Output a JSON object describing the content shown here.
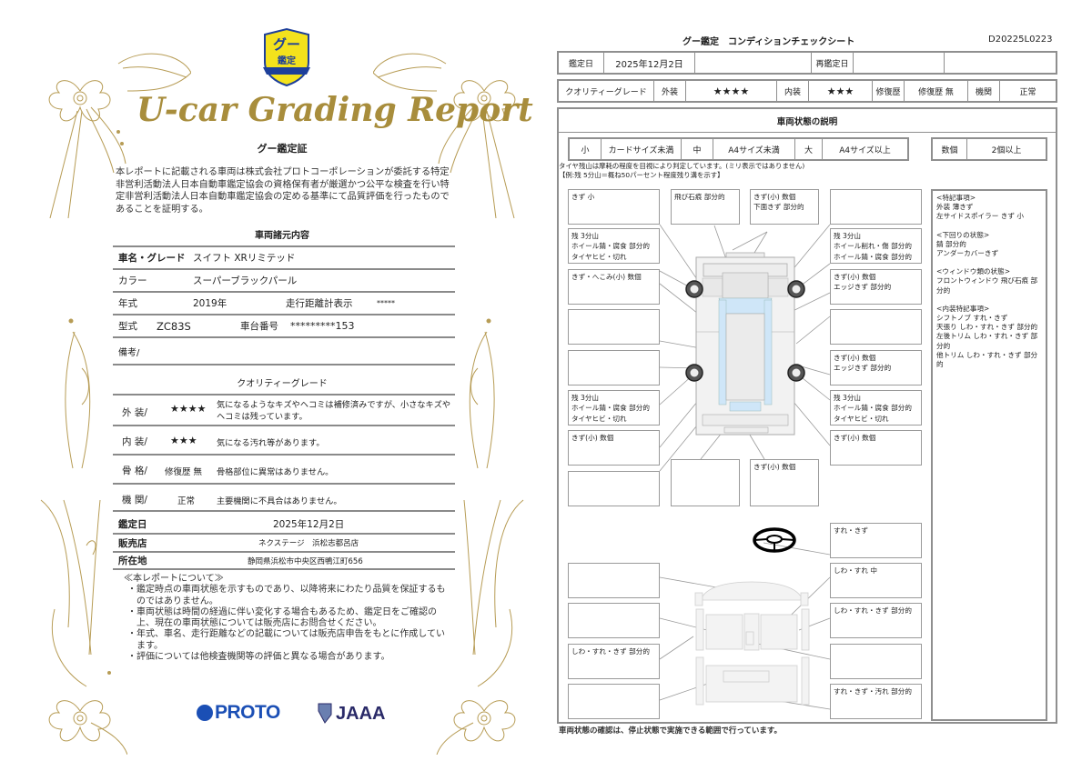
{
  "certificate": {
    "badge": {
      "top_text": "グー",
      "bottom_text": "鑑定"
    },
    "script_title": "U-car Grading Report",
    "heading": "グー鑑定証",
    "intro": "本レポートに記載される車両は株式会社プロトコーポレーションが委託する特定非営利活動法人日本自動車鑑定協会の資格保有者が厳選かつ公平な検査を行い特定非営利活動法人日本自動車鑑定協会の定める基準にて品質評価を行ったものであることを証明する。",
    "spec_heading": "車両諸元内容",
    "specs": {
      "name_label": "車名・グレード",
      "name_value": "スイフト XRリミテッド",
      "color_label": "カラー",
      "color_value": "スーパーブラックパール",
      "year_label": "年式",
      "year_value": "2019年",
      "mileage_label": "走行距離計表示",
      "mileage_value": "*****",
      "model_label": "型式",
      "model_value": "ZC83S",
      "chassis_label": "車台番号",
      "chassis_value": "*********153",
      "remarks_label": "備考/"
    },
    "quality_heading": "クオリティーグレード",
    "grades": [
      {
        "label": "外 装/",
        "value": "★★★★",
        "desc": "気になるようなキズやヘコミは補修済みですが、小さなキズやヘコミは残っています。"
      },
      {
        "label": "内 装/",
        "value": "★★★",
        "desc": "気になる汚れ等があります。"
      },
      {
        "label": "骨 格/",
        "value": "修復歴 無",
        "desc": "骨格部位に異常はありません。"
      },
      {
        "label": "機 関/",
        "value": "正常",
        "desc": "主要機関に不具合はありません。"
      }
    ],
    "info": {
      "date_label": "鑑定日",
      "date_value": "2025年12月2日",
      "shop_label": "販売店",
      "shop_value": "ネクステージ　浜松志都呂店",
      "address_label": "所在地",
      "address_value": "静岡県浜松市中央区西鴨江町656"
    },
    "notes": {
      "heading": "≪本レポートについて≫",
      "items": [
        "・鑑定時点の車両状態を示すものであり、以降将来にわたり品質を保証するものではありません。",
        "・車両状態は時間の経過に伴い変化する場合もあるため、鑑定日をご確認の上、現在の車両状態については販売店にお問合せください。",
        "・年式、車名、走行距離などの記載については販売店申告をもとに作成しています。",
        "・評価については他検査機関等の評価と異なる場合があります。"
      ]
    },
    "logos": {
      "proto": "PROTO",
      "jaaa": "JAAA"
    },
    "colors": {
      "gold": "#a88d3c",
      "badge_yellow": "#f4e21c",
      "badge_blue": "#1d3f9a",
      "proto_blue": "#1b4fb5",
      "jaaa_navy": "#2a2a68"
    }
  },
  "sheet": {
    "title": "グー鑑定　コンディションチェックシート",
    "id": "D20225L0223",
    "date_row": {
      "date_label": "鑑定日",
      "date_value": "2025年12月2日",
      "blank1": "",
      "redate_label": "再鑑定日",
      "redate_value": "",
      "blank2": ""
    },
    "grade_row": {
      "label": "クオリティーグレード",
      "exterior_label": "外装",
      "exterior_value": "★★★★",
      "interior_label": "内装",
      "interior_value": "★★★",
      "repair_label": "修復歴",
      "repair_value": "修復歴 無",
      "engine_label": "機関",
      "engine_value": "正常"
    },
    "section_title": "車両状態の説明",
    "size_legend": [
      {
        "key": "小",
        "value": "カードサイズ未満"
      },
      {
        "key": "中",
        "value": "A4サイズ未満"
      },
      {
        "key": "大",
        "value": "A4サイズ以上"
      }
    ],
    "count_legend": {
      "key": "数個",
      "value": "2個以上"
    },
    "tire_note_1": "タイヤ残山は摩耗の程度を目視により判定しています。(ミリ表示ではありません)",
    "tire_note_2": "【例:残 5分山＝概ね50パーセント程度残り溝を示す】",
    "exterior_boxes": {
      "left_1": [
        "きず 小"
      ],
      "front_center": [
        "飛び石痕 部分的"
      ],
      "front_right": [
        "きず(小) 数個",
        "下面きず 部分的"
      ],
      "right_1": [],
      "left_2": [
        "残 3分山",
        "ホイール錆・腐食 部分的",
        "タイヤヒビ・切れ"
      ],
      "right_2": [
        "残 3分山",
        "ホイール削れ・傷 部分的",
        "ホイール錆・腐食 部分的"
      ],
      "left_3": [
        "きず・へこみ(小) 数個"
      ],
      "right_3": [
        "きず(小) 数個",
        "エッジきず 部分的"
      ],
      "left_4": [],
      "right_4": [],
      "left_5": [],
      "right_5": [
        "きず(小) 数個",
        "エッジきず 部分的"
      ],
      "left_6": [
        "残 3分山",
        "ホイール錆・腐食 部分的",
        "タイヤヒビ・切れ"
      ],
      "right_6": [
        "残 3分山",
        "ホイール錆・腐食 部分的",
        "タイヤヒビ・切れ"
      ],
      "left_7": [
        "きず(小) 数個"
      ],
      "right_7": [
        "きず(小) 数個"
      ],
      "left_8": [],
      "rear_center": [],
      "rear_right": [
        "きず(小) 数個"
      ]
    },
    "interior_boxes": {
      "steering": [
        "すれ・きず"
      ],
      "right_1": [
        "しわ・すれ 中"
      ],
      "right_2": [
        "しわ・すれ・きず 部分的"
      ],
      "right_3": [],
      "right_4": [
        "すれ・きず・汚れ 部分的"
      ],
      "left_1": [],
      "left_2": [],
      "left_3": [
        "しわ・すれ・きず 部分的"
      ],
      "left_4": []
    },
    "special_notes": {
      "remarks_title": "<特記事項>",
      "remarks": [
        "外装 薄きず",
        "左サイドスポイラー きず 小"
      ],
      "underbody_title": "<下回りの状態>",
      "underbody": [
        "錆 部分的",
        "アンダーカバーきず"
      ],
      "window_title": "<ウィンドウ類の状態>",
      "window": [
        "フロントウィンドウ 飛び石痕 部分的"
      ],
      "interior_title": "<内装特記事項>",
      "interior": [
        "シフトノブ すれ・きず",
        "天張り しわ・すれ・きず 部分的",
        "左後トリム しわ・すれ・きず 部分的",
        "他トリム しわ・すれ・きず 部分的"
      ]
    },
    "footer": "車両状態の確認は、停止状態で実施できる範囲で行っています。",
    "colors": {
      "border": "#8f8f8f",
      "glass_blue": "#cfe6f8",
      "body_gray": "#ececec",
      "tire": "#333333"
    }
  }
}
